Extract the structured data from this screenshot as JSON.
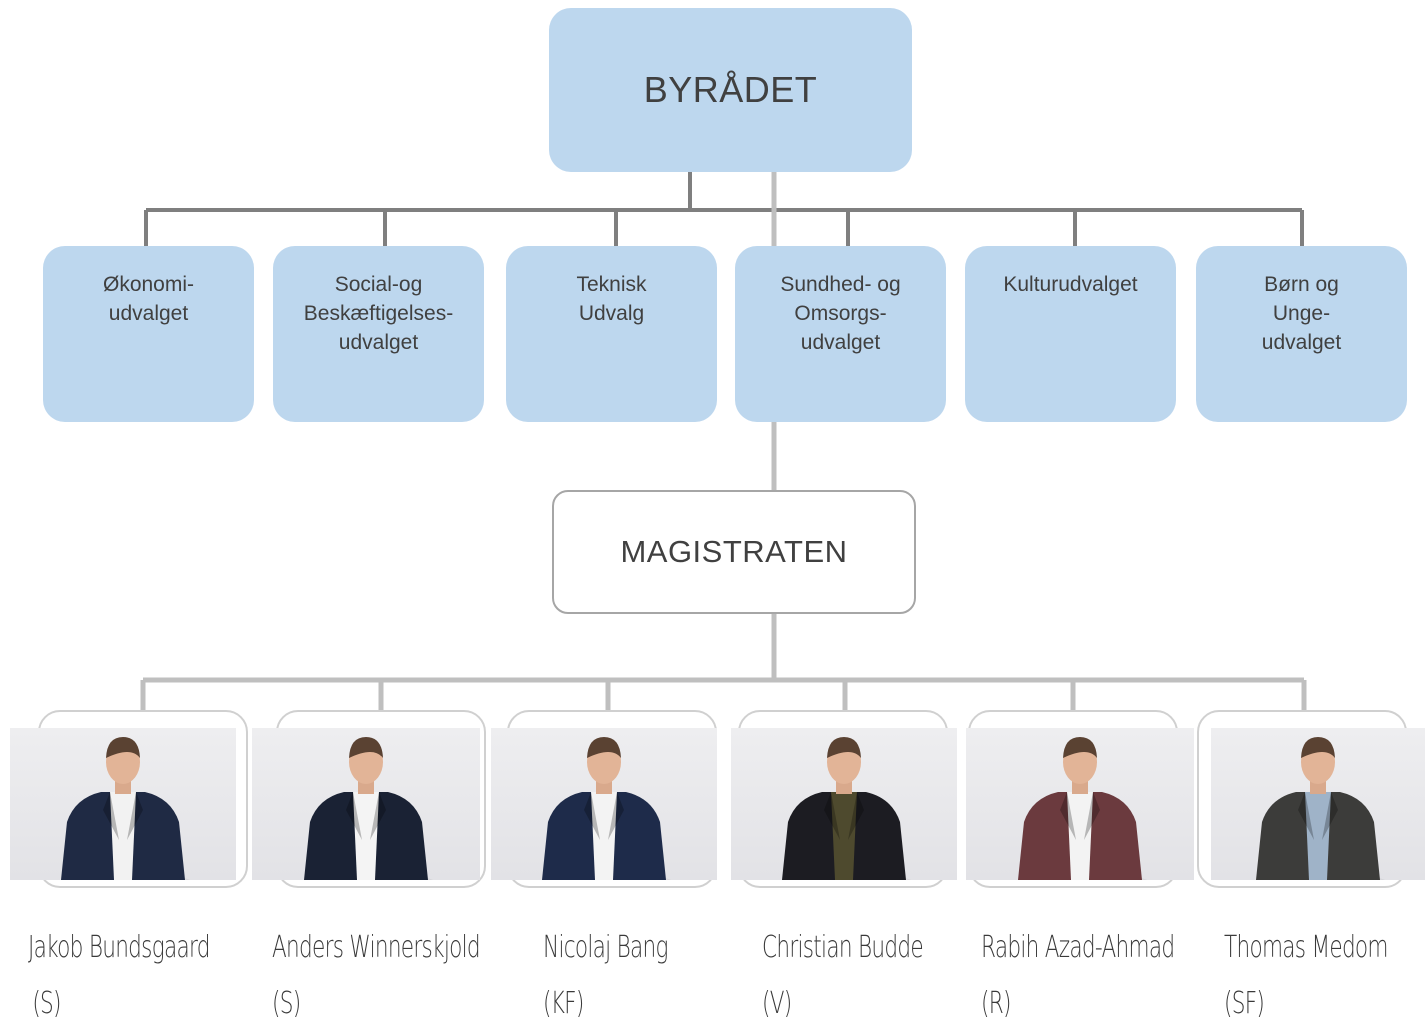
{
  "top_node": {
    "label": "BYRÅDET"
  },
  "committees": [
    {
      "label": "Økonomi-\nudvalget"
    },
    {
      "label": "Social-og\nBeskæftigelses-\nudvalget"
    },
    {
      "label": "Teknisk\nUdvalg"
    },
    {
      "label": "Sundhed- og\nOmsorgs-\nudvalget"
    },
    {
      "label": "Kulturudvalget"
    },
    {
      "label": "Børn og\nUnge-\nudvalget"
    }
  ],
  "middle_node": {
    "label": "MAGISTRATEN"
  },
  "members": [
    {
      "name": "Jakob Bundsgaard",
      "party": "(S)",
      "jacket_color": "#1f2a44",
      "shirt_color": "#f2f2f2"
    },
    {
      "name": "Anders Winnerskjold",
      "party": "(S)",
      "jacket_color": "#1a2234",
      "shirt_color": "#f4f4f4"
    },
    {
      "name": "Nicolaj Bang",
      "party": "(KF)",
      "jacket_color": "#1e2b4a",
      "shirt_color": "#f3f3f3"
    },
    {
      "name": "Christian Budde",
      "party": "(V)",
      "jacket_color": "#1c1c22",
      "shirt_color": "#4e4a2e"
    },
    {
      "name": "Rabih Azad-Ahmad",
      "party": "(R)",
      "jacket_color": "#6b3a3e",
      "shirt_color": "#f3f3f3"
    },
    {
      "name": "Thomas Medom",
      "party": "(SF)",
      "jacket_color": "#3c3c3a",
      "shirt_color": "#9fb3c8"
    }
  ],
  "colors": {
    "node_fill": "#bdd7ee",
    "connector_dark": "#7f7f7f",
    "connector_light": "#bfbfbf",
    "text": "#404040"
  }
}
